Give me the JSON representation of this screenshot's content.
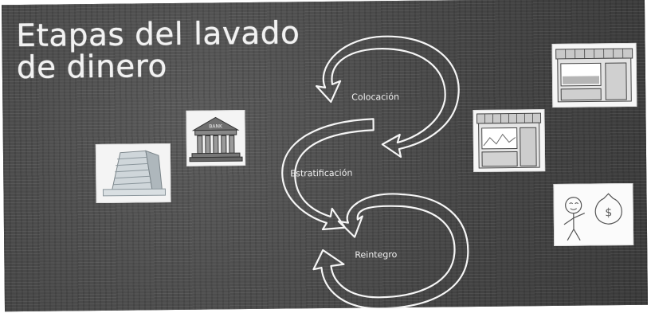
{
  "slide": {
    "title_line1": "Etapas del lavado",
    "title_line2": "de dinero"
  },
  "stages": [
    {
      "label": "Colocación"
    },
    {
      "label": "Estratificación"
    },
    {
      "label": "Reintegro"
    }
  ],
  "images": {
    "bank_sign": "BANK"
  },
  "colors": {
    "background": "#4d4d4d",
    "arrow_outline": "#f5f5f5",
    "text": "#f2f2f2"
  },
  "icons": [
    "office-building-icon",
    "bank-icon",
    "shop-icon",
    "storefront-icon",
    "money-bag-person-icon"
  ]
}
